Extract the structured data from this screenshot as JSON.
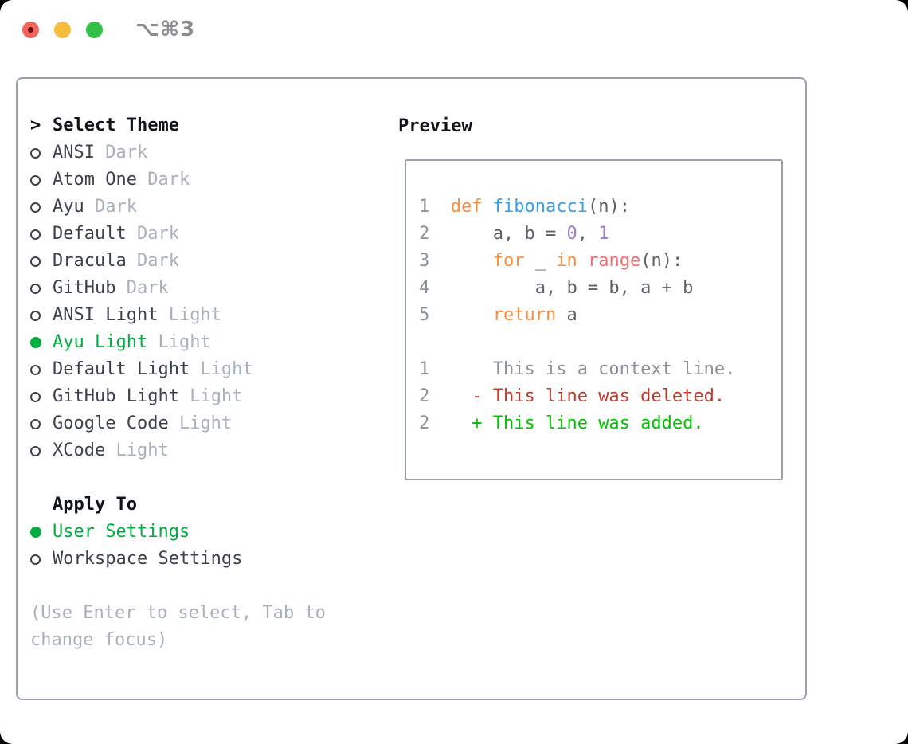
{
  "window": {
    "title": "⌥⌘3"
  },
  "titlebar": {
    "buttons": [
      {
        "name": "close"
      },
      {
        "name": "minimize"
      },
      {
        "name": "zoom"
      }
    ]
  },
  "theme_picker": {
    "marker": ">",
    "header": "Select Theme",
    "items": [
      {
        "name": "ANSI",
        "variant": "Dark",
        "selected": false
      },
      {
        "name": "Atom One",
        "variant": "Dark",
        "selected": false
      },
      {
        "name": "Ayu",
        "variant": "Dark",
        "selected": false
      },
      {
        "name": "Default",
        "variant": "Dark",
        "selected": false
      },
      {
        "name": "Dracula",
        "variant": "Dark",
        "selected": false
      },
      {
        "name": "GitHub",
        "variant": "Dark",
        "selected": false
      },
      {
        "name": "ANSI Light",
        "variant": "Light",
        "selected": false
      },
      {
        "name": "Ayu Light",
        "variant": "Light",
        "selected": true
      },
      {
        "name": "Default Light",
        "variant": "Light",
        "selected": false
      },
      {
        "name": "GitHub Light",
        "variant": "Light",
        "selected": false
      },
      {
        "name": "Google Code",
        "variant": "Light",
        "selected": false
      },
      {
        "name": "XCode",
        "variant": "Light",
        "selected": false
      }
    ]
  },
  "apply_to": {
    "header": "Apply To",
    "options": [
      {
        "label": "User Settings",
        "selected": true
      },
      {
        "label": "Workspace Settings",
        "selected": false
      }
    ]
  },
  "hint": "(Use Enter to select, Tab to\nchange focus)",
  "preview": {
    "header": "Preview",
    "lines": [
      [],
      [
        [
          "1  ",
          "lineno"
        ],
        [
          "def",
          "keyword"
        ],
        [
          " ",
          "fg"
        ],
        [
          "fibonacci",
          "function"
        ],
        [
          "(n):",
          "fg"
        ]
      ],
      [
        [
          "2  ",
          "lineno"
        ],
        [
          "    a, b = ",
          "fg"
        ],
        [
          "0",
          "number"
        ],
        [
          ", ",
          "fg"
        ],
        [
          "1",
          "number"
        ]
      ],
      [
        [
          "3  ",
          "lineno"
        ],
        [
          "    ",
          "fg"
        ],
        [
          "for",
          "keyword"
        ],
        [
          " _ ",
          "fg"
        ],
        [
          "in",
          "keyword"
        ],
        [
          " ",
          "fg"
        ],
        [
          "range",
          "builtin"
        ],
        [
          "(n):",
          "fg"
        ]
      ],
      [
        [
          "4  ",
          "lineno"
        ],
        [
          "        a, b = b, a + b",
          "fg"
        ]
      ],
      [
        [
          "5  ",
          "lineno"
        ],
        [
          "    ",
          "fg"
        ],
        [
          "return",
          "keyword"
        ],
        [
          " a",
          "fg"
        ]
      ],
      [],
      [
        [
          "1  ",
          "lineno"
        ],
        [
          "    ",
          "fg"
        ],
        [
          "This is a context line.",
          "context"
        ]
      ],
      [
        [
          "2  ",
          "lineno"
        ],
        [
          "  ",
          "fg"
        ],
        [
          "- This line was deleted.",
          "deleted"
        ]
      ],
      [
        [
          "2  ",
          "lineno"
        ],
        [
          "  ",
          "fg"
        ],
        [
          "+ This line was added.",
          "added"
        ]
      ]
    ]
  },
  "colors": {
    "panel-border": "#98a1ac",
    "text-heading": "#101419",
    "text-dark": "#3c424b",
    "text-muted": "#a9b1bc",
    "selected-green": "#00ad3f",
    "title-gray": "#8b8b90",
    "traffic-red": "#f4645c",
    "traffic-red-dot": "#6b0f0f",
    "traffic-yellow": "#f5bd3d",
    "traffic-green": "#32c146",
    "syn-lineno": "#8a9199",
    "syn-fg": "#5c6166",
    "syn-keyword": "#fa8d3e",
    "syn-function": "#399ee6",
    "syn-number": "#a37acc",
    "syn-builtin": "#f07171",
    "syn-context": "#8a9199",
    "syn-deleted": "#c0392b",
    "syn-added": "#00c300"
  }
}
